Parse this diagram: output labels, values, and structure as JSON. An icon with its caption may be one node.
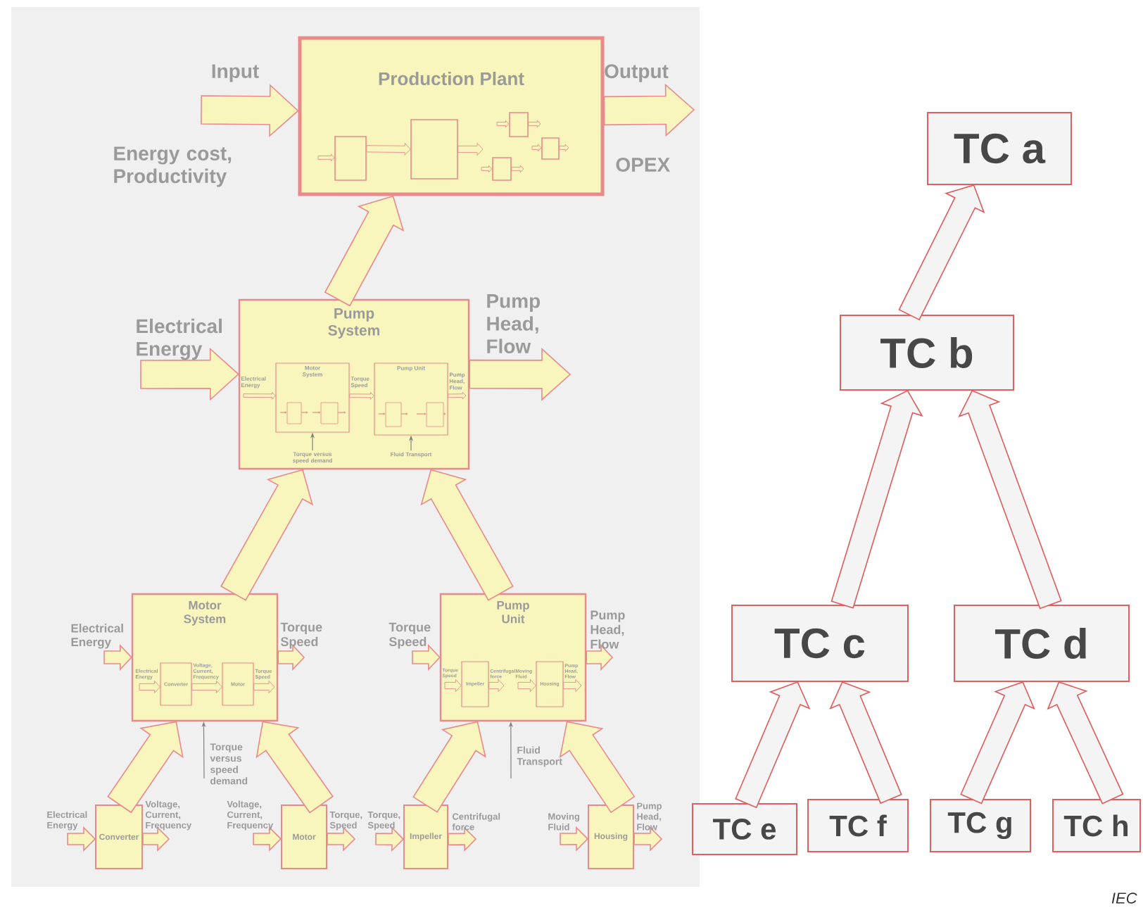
{
  "diagram": {
    "nodes": [
      {
        "text": [
          "Production Plant"
        ]
      },
      {
        "text": [],
        "shape": "box",
        "in": 0
      },
      {
        "text": [],
        "shape": "box",
        "in": 0
      },
      {
        "text": [],
        "shape": "box",
        "in": 0
      },
      {
        "text": [],
        "shape": "box",
        "in": 0
      },
      {
        "text": [],
        "shape": "box",
        "in": 0
      },
      {
        "text": [
          "Pump System"
        ]
      },
      {
        "text": [
          "Motor System"
        ],
        "in": 6
      },
      {
        "text": [
          "Pump Unit"
        ],
        "in": 6
      },
      {
        "text": [
          "Motor System"
        ]
      },
      {
        "text": [
          "Converter"
        ],
        "in": 9
      },
      {
        "text": [
          "Motor"
        ],
        "in": 9
      },
      {
        "text": [
          "Pump Unit"
        ]
      },
      {
        "text": [
          "Impeller"
        ],
        "in": 12
      },
      {
        "text": [
          "Housing"
        ],
        "in": 12
      },
      {
        "text": [
          "Converter"
        ]
      },
      {
        "text": [
          "Motor"
        ]
      },
      {
        "text": [
          "Impeller"
        ]
      },
      {
        "text": [
          "Housing"
        ]
      },
      {
        "text": [
          "TC a"
        ]
      },
      {
        "text": [
          "TC b"
        ]
      },
      {
        "text": [
          "TC c"
        ]
      },
      {
        "text": [
          "TC d"
        ]
      },
      {
        "text": [
          "TC e"
        ]
      },
      {
        "text": [
          "TC f"
        ]
      },
      {
        "text": [
          "TC g"
        ]
      },
      {
        "text": [
          "TC h"
        ]
      }
    ],
    "edges": [
      {
        "from": null,
        "to": 0,
        "arrow": "to",
        "label": "Input"
      },
      {
        "from": 0,
        "to": null,
        "arrow": "to",
        "label": "Output"
      },
      {
        "from": null,
        "to": 1,
        "arrow": "to"
      },
      {
        "from": 1,
        "to": 2,
        "arrow": "to"
      },
      {
        "from": 2,
        "to": null,
        "arrow": "to"
      },
      {
        "from": null,
        "to": 3,
        "arrow": "to"
      },
      {
        "from": 3,
        "to": null,
        "arrow": "to"
      },
      {
        "from": null,
        "to": 4,
        "arrow": "to"
      },
      {
        "from": 4,
        "to": null,
        "arrow": "to"
      },
      {
        "from": null,
        "to": 5,
        "arrow": "to"
      },
      {
        "from": 5,
        "to": null,
        "arrow": "to"
      },
      {
        "from": 6,
        "to": 0,
        "arrow": "to"
      },
      {
        "from": null,
        "to": 6,
        "arrow": "to",
        "label": "Electrical Energy"
      },
      {
        "from": 6,
        "to": null,
        "arrow": "to",
        "label": "Pump Head, Flow"
      },
      {
        "from": null,
        "to": 7,
        "arrow": "to",
        "label": "Electrical Energy"
      },
      {
        "from": 7,
        "to": 8,
        "arrow": "to",
        "label": "Torque Speed"
      },
      {
        "from": 8,
        "to": null,
        "arrow": "to",
        "label": "Pump Head, Flow"
      },
      {
        "from": null,
        "to": 7,
        "arrow": "to",
        "label": "Torque versus speed demand",
        "color": "#808080"
      },
      {
        "from": null,
        "to": 8,
        "arrow": "to",
        "label": "Fluid Transport",
        "color": "#808080"
      },
      {
        "from": 9,
        "to": 6,
        "arrow": "to"
      },
      {
        "from": 12,
        "to": 6,
        "arrow": "to"
      },
      {
        "from": null,
        "to": 9,
        "arrow": "to",
        "label": "Electrical Energy"
      },
      {
        "from": 9,
        "to": null,
        "arrow": "to",
        "label": "Torque Speed"
      },
      {
        "from": null,
        "to": 10,
        "arrow": "to",
        "label": "Electrical Energy"
      },
      {
        "from": 10,
        "to": 11,
        "arrow": "to",
        "label": "Voltage, Current, Frequency"
      },
      {
        "from": 11,
        "to": null,
        "arrow": "to",
        "label": "Torque Speed"
      },
      {
        "from": null,
        "to": 9,
        "arrow": "to",
        "label": "Torque versus speed demand",
        "color": "#808080"
      },
      {
        "from": null,
        "to": 12,
        "arrow": "to",
        "label": "Torque Speed"
      },
      {
        "from": 12,
        "to": null,
        "arrow": "to",
        "label": "Pump Head, Flow"
      },
      {
        "from": null,
        "to": 13,
        "arrow": "to",
        "label": "Torque Speed"
      },
      {
        "from": 13,
        "to": null,
        "arrow": "to",
        "label": "Centrifugal force"
      },
      {
        "from": null,
        "to": 14,
        "arrow": "to",
        "label": "Moving Fluid"
      },
      {
        "from": 14,
        "to": null,
        "arrow": "to",
        "label": "Pump Head, Flow"
      },
      {
        "from": null,
        "to": 12,
        "arrow": "to",
        "label": "Fluid Transport",
        "color": "#808080"
      },
      {
        "from": 15,
        "to": 9,
        "arrow": "to"
      },
      {
        "from": 16,
        "to": 9,
        "arrow": "to"
      },
      {
        "from": 17,
        "to": 12,
        "arrow": "to"
      },
      {
        "from": 18,
        "to": 12,
        "arrow": "to"
      },
      {
        "from": null,
        "to": 15,
        "arrow": "to",
        "label": "Electrical Energy"
      },
      {
        "from": 15,
        "to": null,
        "arrow": "to",
        "label": "Voltage, Current, Frequency"
      },
      {
        "from": null,
        "to": 16,
        "arrow": "to",
        "label": "Voltage, Current, Frequency"
      },
      {
        "from": 16,
        "to": null,
        "arrow": "to",
        "label": "Torque, Speed"
      },
      {
        "from": null,
        "to": 17,
        "arrow": "to",
        "label": "Torque, Speed"
      },
      {
        "from": 17,
        "to": null,
        "arrow": "to",
        "label": "Centrifugal force"
      },
      {
        "from": null,
        "to": 18,
        "arrow": "to",
        "label": "Moving Fluid"
      },
      {
        "from": 18,
        "to": null,
        "arrow": "to",
        "label": "Pump Head, Flow"
      },
      {
        "from": 20,
        "to": 19,
        "arrow": "to"
      },
      {
        "from": 21,
        "to": 20,
        "arrow": "to"
      },
      {
        "from": 22,
        "to": 20,
        "arrow": "to"
      },
      {
        "from": 23,
        "to": 21,
        "arrow": "to"
      },
      {
        "from": 24,
        "to": 21,
        "arrow": "to"
      },
      {
        "from": 25,
        "to": 22,
        "arrow": "to"
      },
      {
        "from": 26,
        "to": 22,
        "arrow": "to"
      }
    ],
    "labels": [
      "Energy cost, Productivity",
      "OPEX",
      "IEC"
    ]
  }
}
